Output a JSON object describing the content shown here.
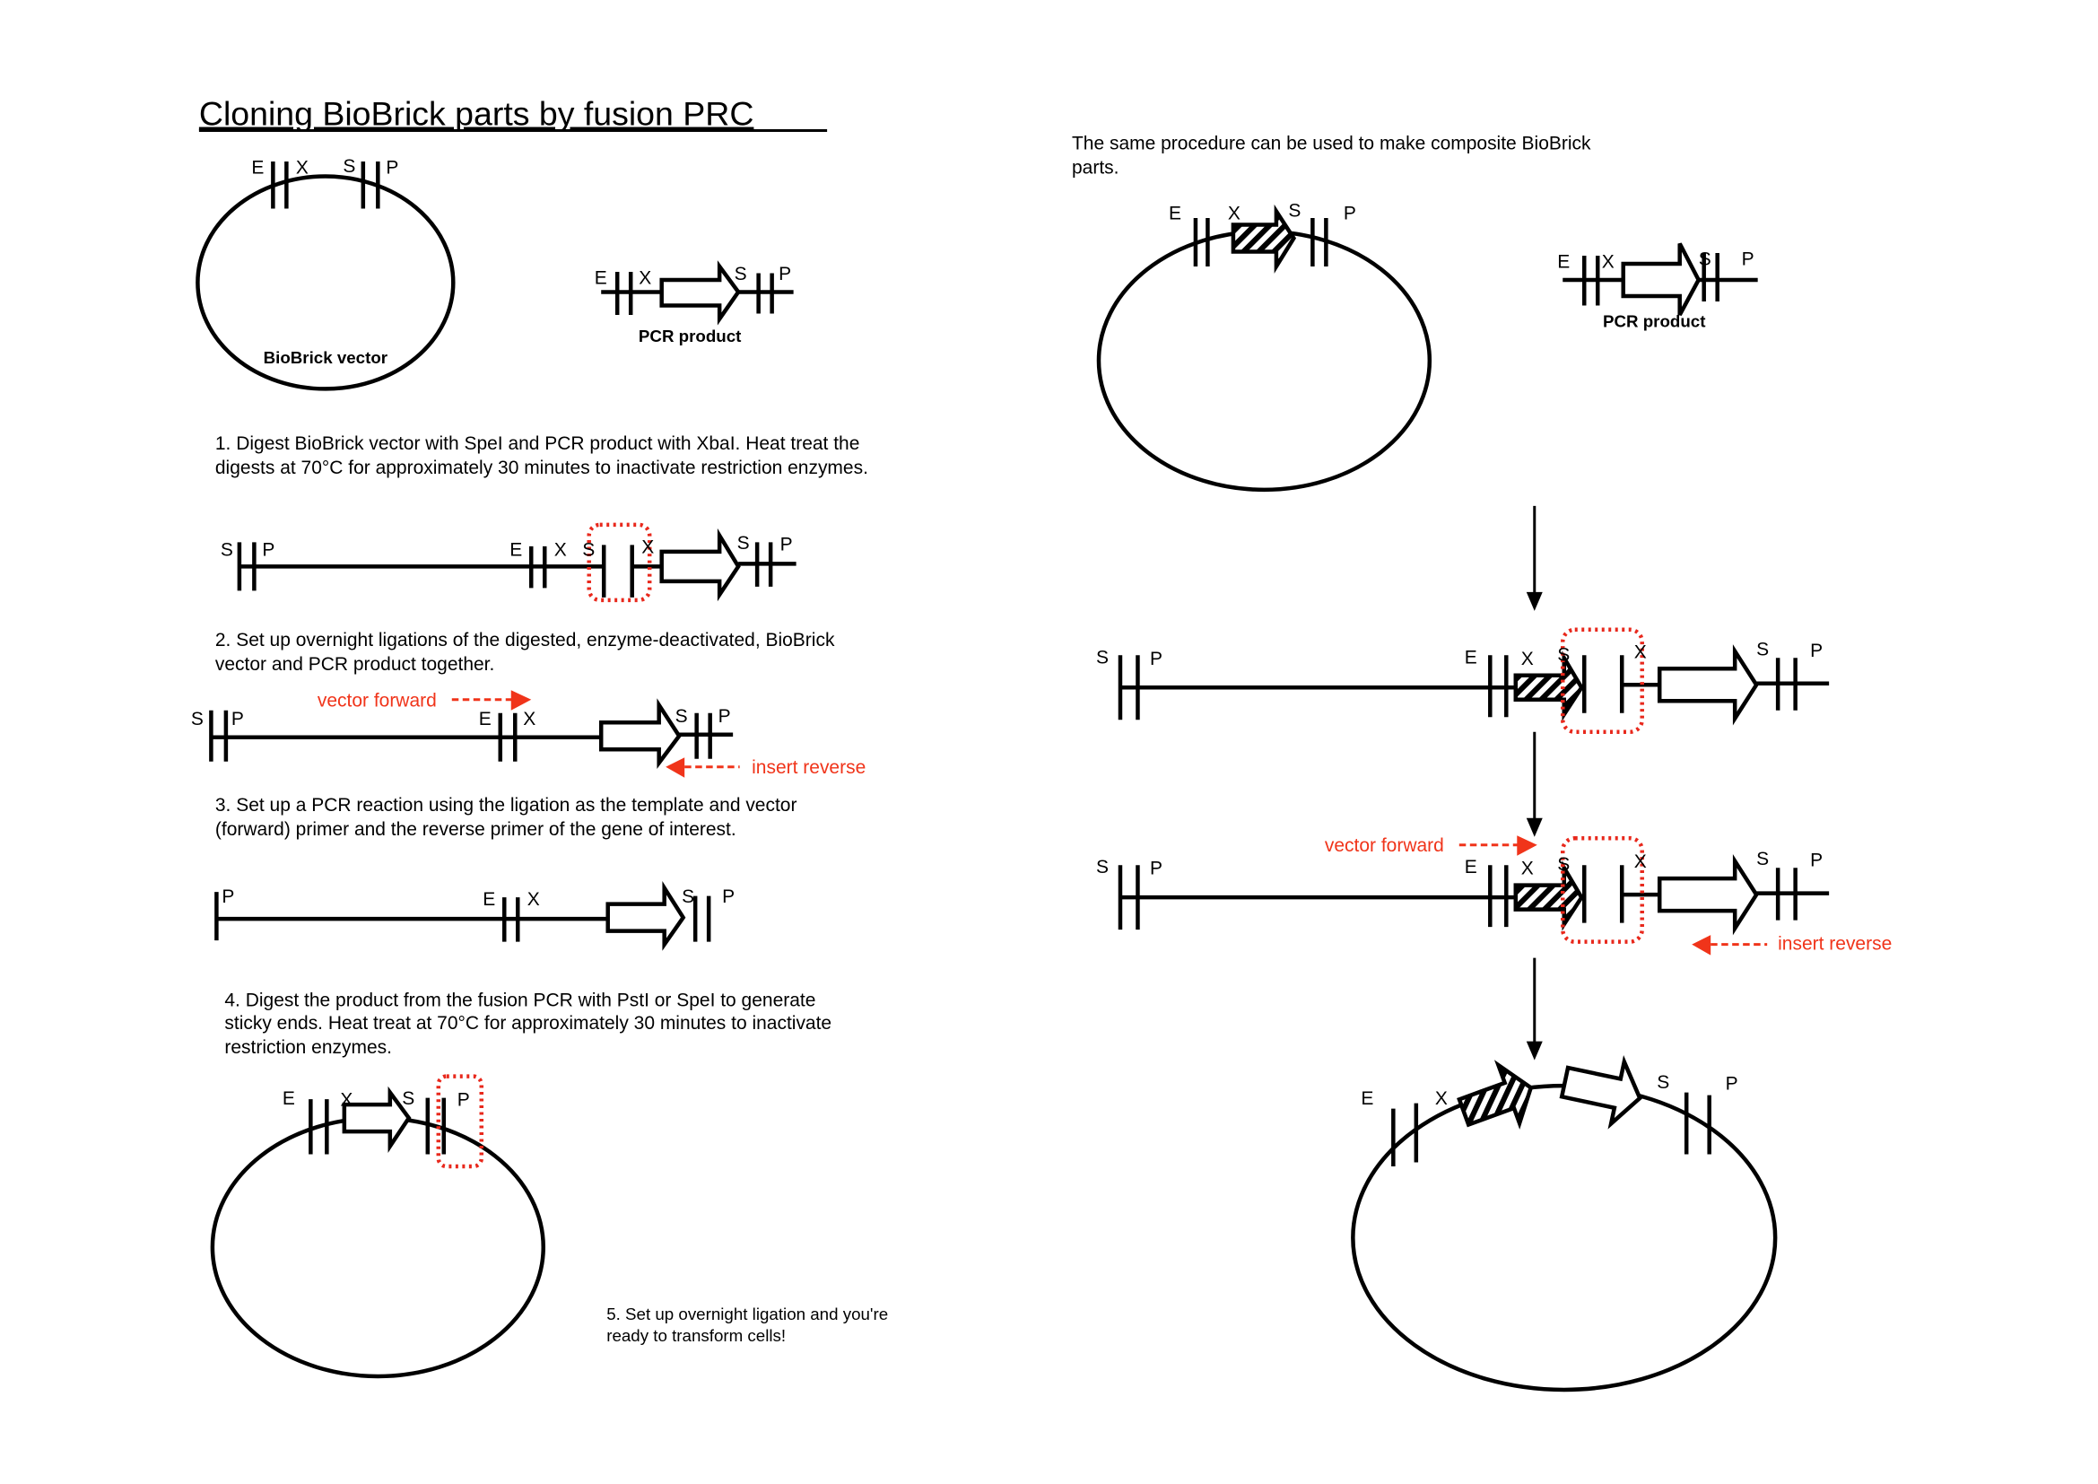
{
  "title": "Cloning BioBrick parts by fusion PRC",
  "sites": {
    "E": "E",
    "X": "X",
    "S": "S",
    "P": "P"
  },
  "labels": {
    "biobrick_vector": "BioBrick vector",
    "pcr_product": "PCR product",
    "vector_forward": "vector forward",
    "insert_reverse": "insert reverse"
  },
  "steps": {
    "step1": [
      "1. Digest BioBrick vector with SpeI and PCR product with XbaI. Heat treat the",
      "digests at 70°C for approximately 30 minutes to inactivate restriction enzymes."
    ],
    "step2": [
      "2. Set up overnight ligations of the digested, enzyme-deactivated, BioBrick",
      "vector and PCR product together."
    ],
    "step3": [
      "3. Set up a PCR reaction using the ligation as the template and vector",
      "(forward) primer and the reverse primer of the gene of interest."
    ],
    "step4": [
      "4. Digest the product from the fusion PCR with PstI or SpeI to generate",
      "sticky ends. Heat treat at 70°C for approximately 30 minutes to inactivate",
      "restriction enzymes."
    ],
    "step5": [
      "5. Set up overnight ligation and you're",
      "ready to transform cells!"
    ]
  },
  "composite_note": [
    "The same procedure can be used to make composite BioBrick",
    "parts."
  ],
  "colors": {
    "highlight": "#e8281c",
    "primer": "#f0341a"
  }
}
